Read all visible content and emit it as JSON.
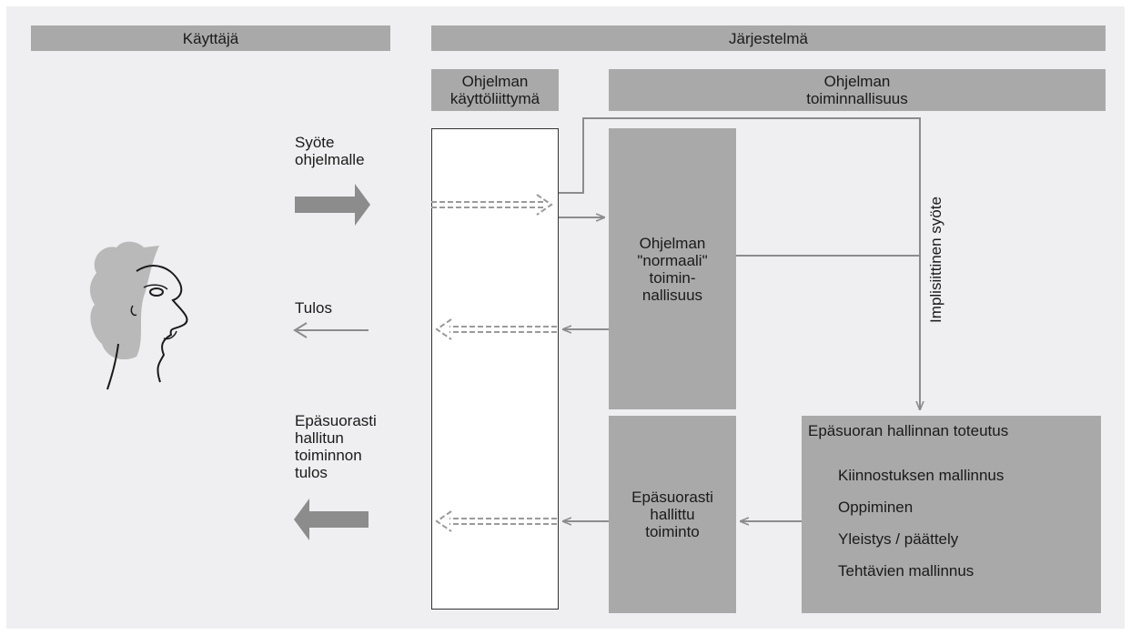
{
  "bands": {
    "user": "Käyttäjä",
    "system": "Järjestelmä",
    "ui": "Ohjelman\nkäyttöliittymä",
    "functionality": "Ohjelman\ntoiminnallisuus"
  },
  "left_labels": {
    "input": "Syöte\nohjelmalle",
    "result": "Tulos",
    "indirect_result": "Epäsuorasti\nhallitun\ntoiminnon\ntulos"
  },
  "boxes": {
    "normal": "Ohjelman\n\"normaali\"\ntoimin-\nnallisuus",
    "indirect_controlled": "Epäsuorasti\nhallittu\ntoiminto"
  },
  "implicit_input": "Implisiittinen syöte",
  "indirect_impl": {
    "title": "Epäsuoran hallinnan toteutus",
    "items": [
      "Kiinnostuksen mallinnus",
      "Oppiminen",
      "Yleistys / päättely",
      "Tehtävien mallinnus"
    ]
  },
  "colors": {
    "box": "#a9a9a9",
    "arrow": "#8c8c8c",
    "background": "#efeff1"
  }
}
